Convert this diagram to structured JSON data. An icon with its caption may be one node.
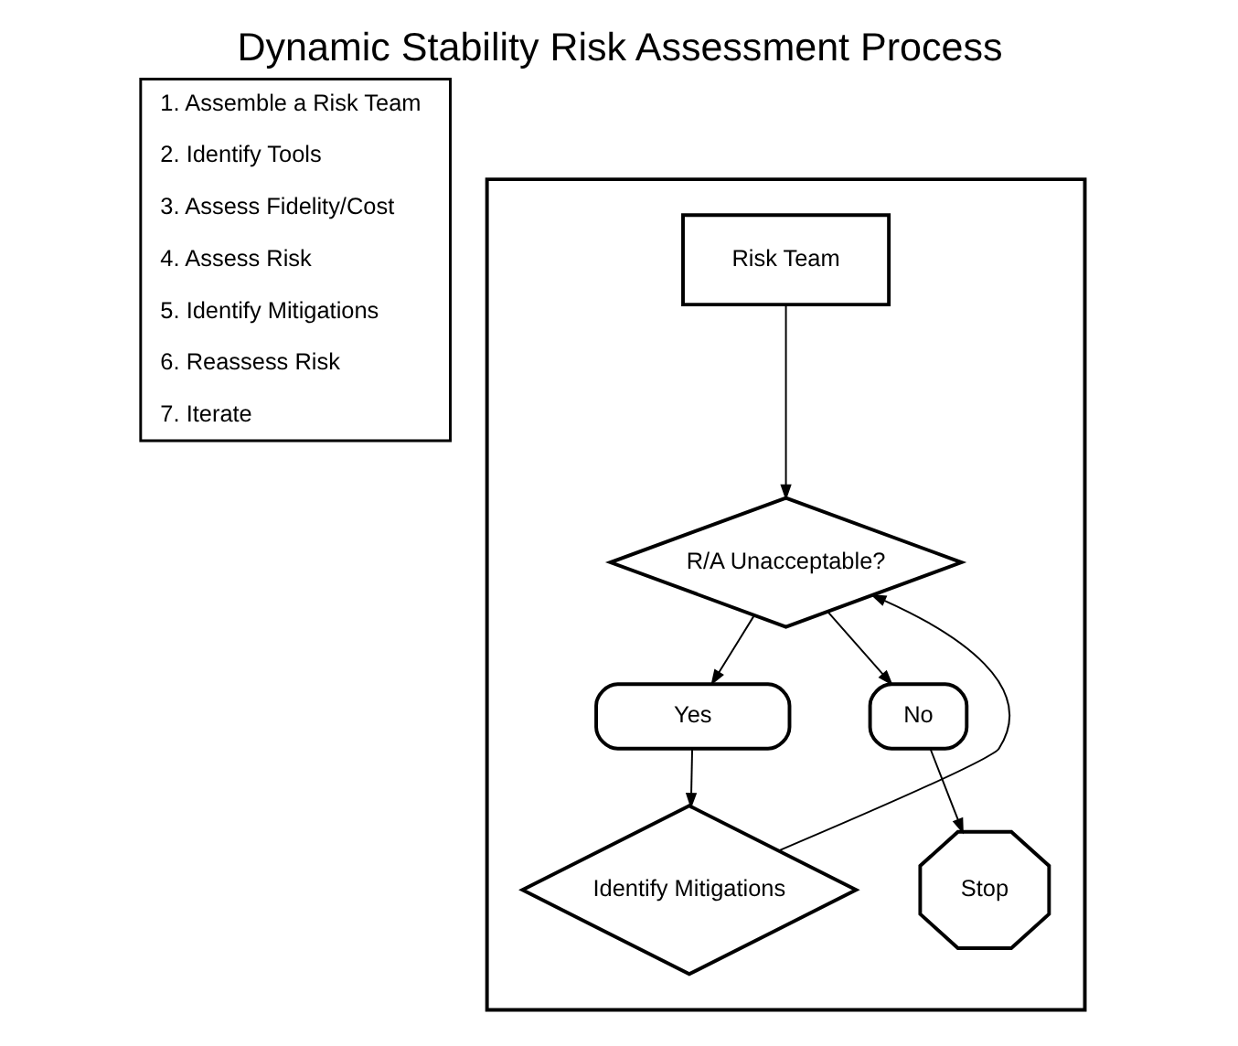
{
  "diagram": {
    "title": "Dynamic Stability Risk Assessment Process",
    "nodes": [
      {
        "text": [
          "1. Assemble a Risk Team",
          "2. Identify Tools",
          "3. Assess Fidelity/Cost",
          "4. Assess Risk",
          "5. Identify Mitigations",
          "6. Reassess Risk",
          "7. Iterate"
        ]
      },
      {
        "text": [],
        "shape": "box"
      },
      {
        "text": [
          "Risk Team"
        ],
        "in": 1
      },
      {
        "text": [
          "R/A Unacceptable?"
        ],
        "in": 1
      },
      {
        "text": [
          "Yes"
        ],
        "in": 1
      },
      {
        "text": [
          "No"
        ],
        "in": 1
      },
      {
        "text": [
          "Identify Mitigations"
        ],
        "in": 1
      },
      {
        "text": [
          "Stop"
        ],
        "in": 1
      }
    ],
    "edges": [
      {
        "from": 2,
        "to": 3,
        "arrow": "to"
      },
      {
        "from": 3,
        "to": 4,
        "arrow": "to"
      },
      {
        "from": 3,
        "to": 5,
        "arrow": "to"
      },
      {
        "from": 4,
        "to": 6,
        "arrow": "to"
      },
      {
        "from": 5,
        "to": 7,
        "arrow": "to"
      },
      {
        "from": 6,
        "to": 3,
        "arrow": "to"
      }
    ]
  }
}
